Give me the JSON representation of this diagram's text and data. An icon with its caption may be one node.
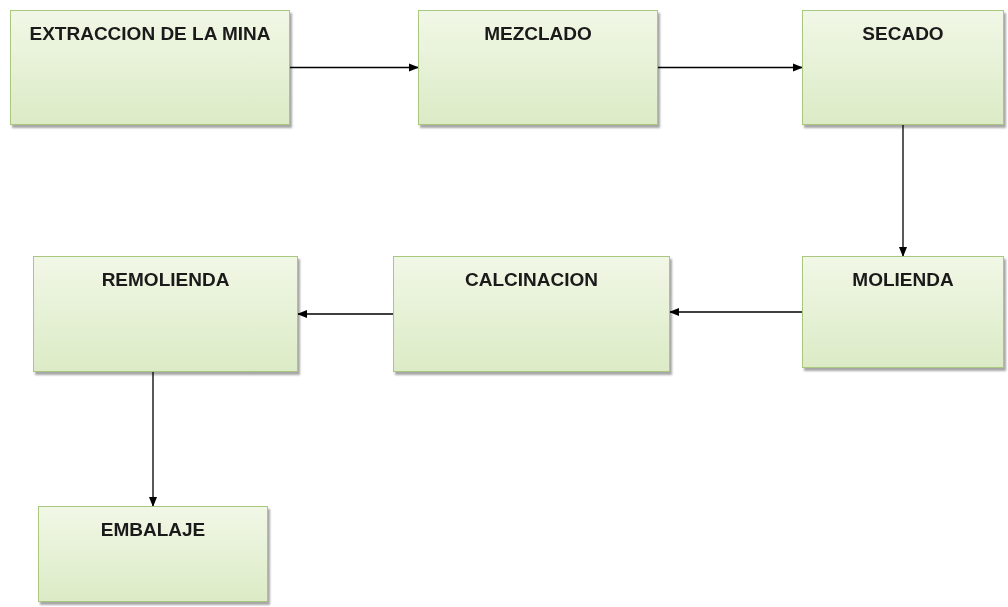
{
  "diagram": {
    "nodes": [
      {
        "text": [
          "EXTRACCION DE LA MINA"
        ]
      },
      {
        "text": [
          "MEZCLADO"
        ]
      },
      {
        "text": [
          "SECADO"
        ]
      },
      {
        "text": [
          "MOLIENDA"
        ]
      },
      {
        "text": [
          "CALCINACION"
        ]
      },
      {
        "text": [
          "REMOLIENDA"
        ]
      },
      {
        "text": [
          "EMBALAJE"
        ]
      }
    ],
    "edges": [
      {
        "from": 0,
        "to": 1,
        "arrow": "to"
      },
      {
        "from": 1,
        "to": 2,
        "arrow": "to"
      },
      {
        "from": 2,
        "to": 3,
        "arrow": "to"
      },
      {
        "from": 3,
        "to": 4,
        "arrow": "to"
      },
      {
        "from": 4,
        "to": 5,
        "arrow": "to"
      },
      {
        "from": 5,
        "to": 6,
        "arrow": "to"
      }
    ]
  }
}
